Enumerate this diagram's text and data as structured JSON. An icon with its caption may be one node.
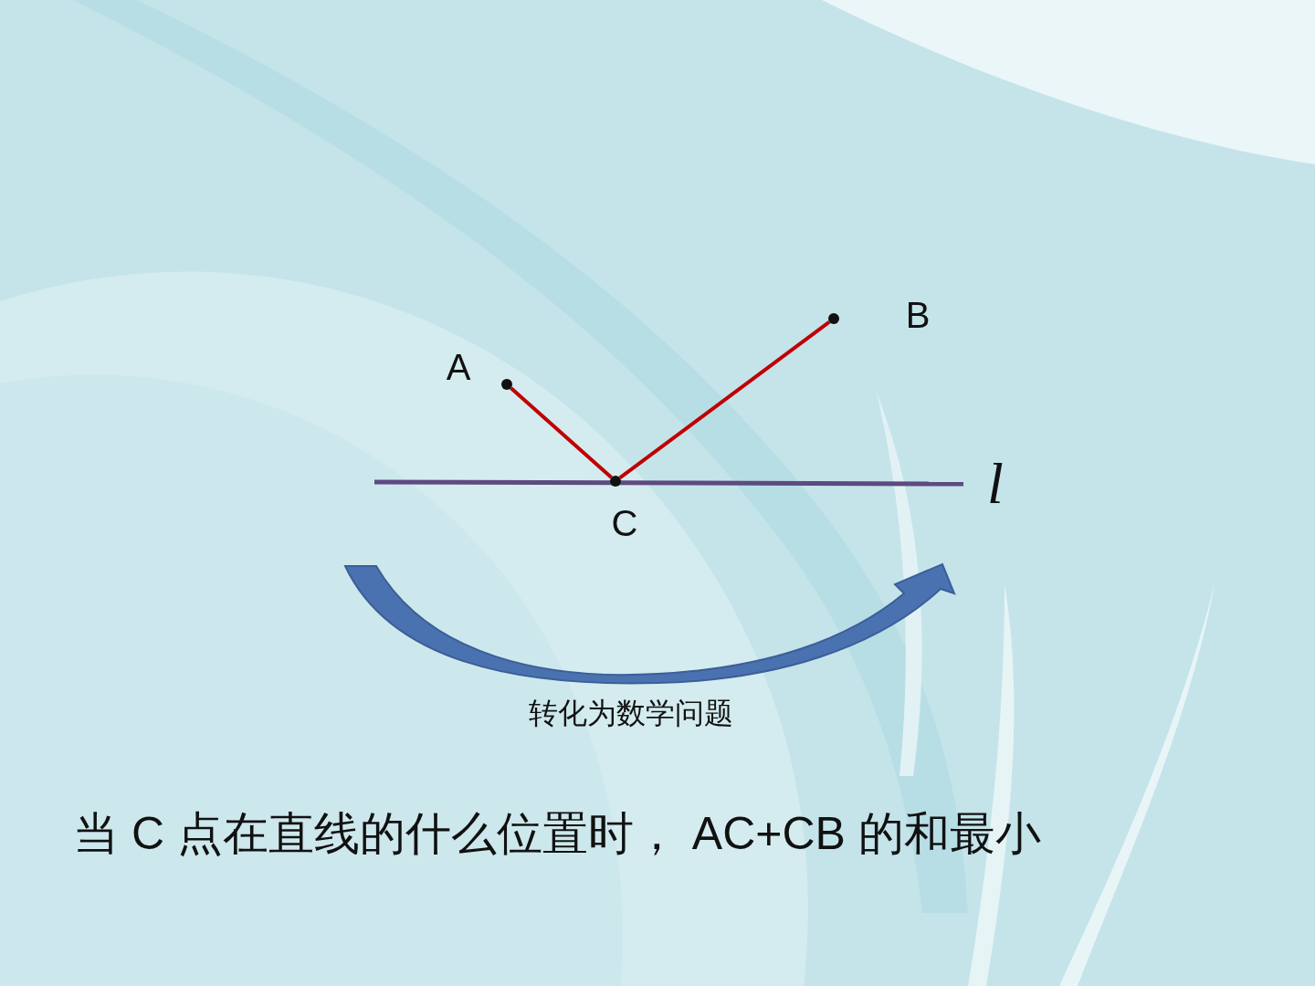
{
  "diagram": {
    "caption": "当 C 点在直线的什么位置时， AC+CB 的和最小",
    "nodes": [
      {
        "text": [],
        "shape": "circle",
        "beside": [
          "A"
        ]
      },
      {
        "text": [],
        "shape": "circle",
        "beside": [
          "B"
        ]
      },
      {
        "text": [],
        "shape": "circle",
        "beside": [
          "C"
        ]
      }
    ],
    "edges": [
      {
        "from": 0,
        "to": 2,
        "arrow": "none"
      },
      {
        "from": 2,
        "to": 1,
        "arrow": "none"
      }
    ],
    "labels": [
      "l",
      "转化为数学问题"
    ]
  }
}
